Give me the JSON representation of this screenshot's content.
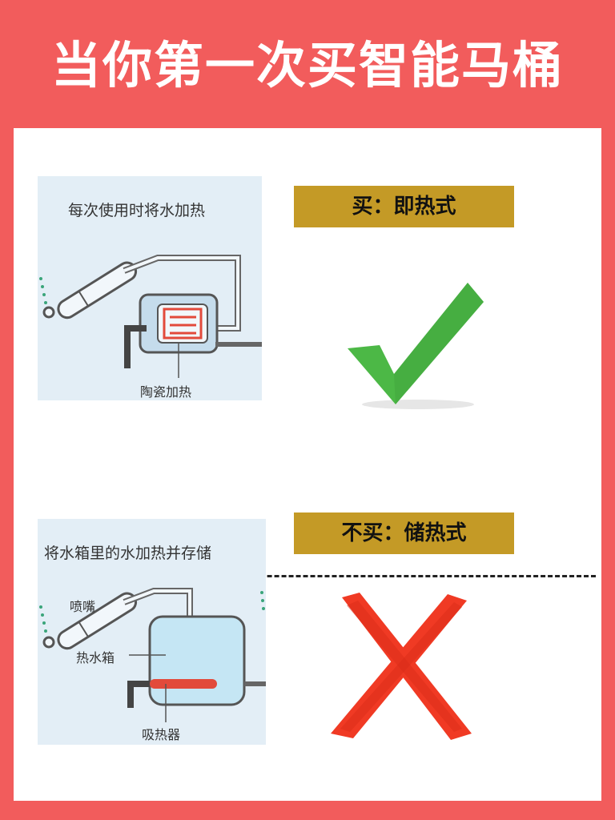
{
  "header": {
    "title": "当你第一次买智能马桶"
  },
  "section_instant": {
    "panel_caption": "每次使用时将水加热",
    "part_label": "陶瓷加热",
    "verdict": "买：即热式",
    "mark_icon": "check-mark-icon",
    "mark_color": "#4cb846"
  },
  "section_storage": {
    "panel_caption": "将水箱里的水加热并存储",
    "label_nozzle": "喷嘴",
    "label_tank": "热水箱",
    "label_heater": "吸热器",
    "verdict": "不买：储热式",
    "mark_icon": "cross-mark-icon",
    "mark_color": "#f03a24"
  },
  "colors": {
    "background": "#f25c5c",
    "verdict_bar": "#c49a26",
    "panel_bg": "#e3eef6"
  }
}
